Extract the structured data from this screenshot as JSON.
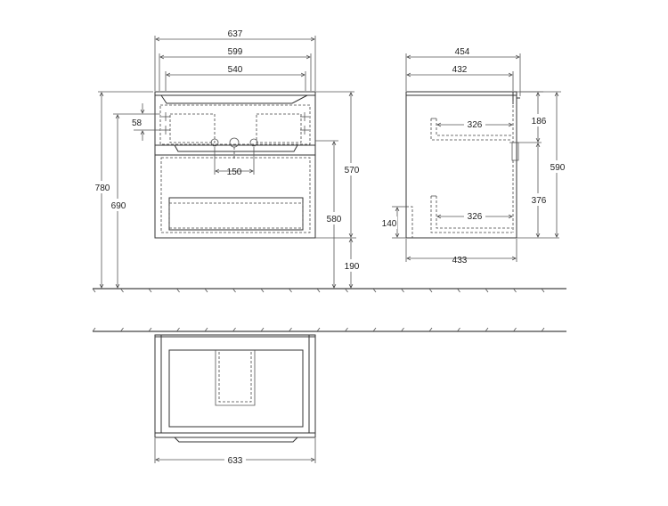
{
  "front_view": {
    "width_overall": "637",
    "width_top": "599",
    "width_inner": "540",
    "height_total": "780",
    "height_cabinet_floor": "690",
    "offset_58": "58",
    "spacing_150": "150",
    "height_570": "570",
    "height_580": "580",
    "height_190": "190"
  },
  "side_view": {
    "depth_overall": "454",
    "depth_432": "432",
    "drawer_depth_upper": "326",
    "drawer_depth_lower": "326",
    "depth_bottom": "433",
    "height_186": "186",
    "height_590": "590",
    "height_376": "376",
    "height_140": "140"
  },
  "top_view": {
    "width": "633"
  }
}
